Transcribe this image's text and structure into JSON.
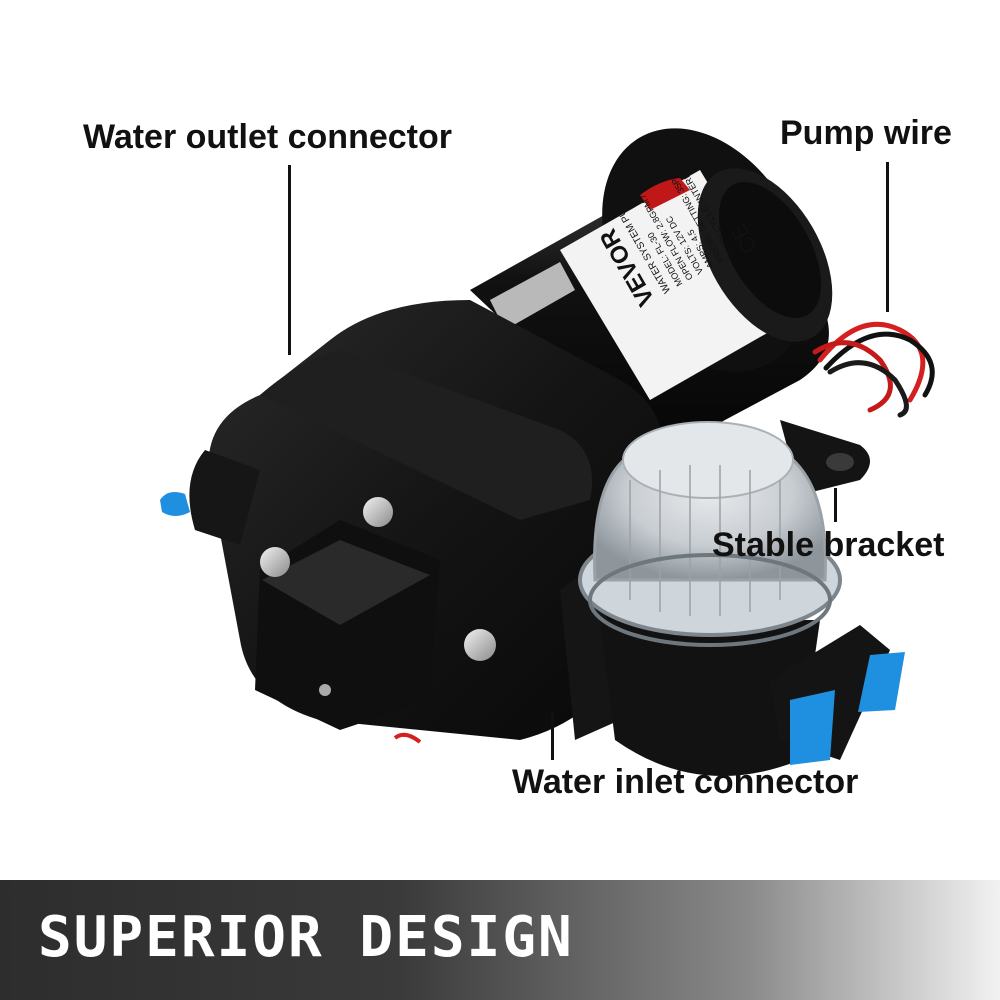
{
  "callouts": {
    "outlet": "Water outlet connector",
    "pump_wire": "Pump wire",
    "bracket": "Stable bracket",
    "inlet": "Water inlet connector"
  },
  "product_label": {
    "brand": "VEVOR",
    "product": "WATER SYSTEM PUMP",
    "model": "MODEL: FL-30",
    "flow": "OPEN FLOW: 2.8GPM / 10LPM",
    "volts": "VOLTS: 12V DC",
    "amps": "AMPS: 4.5",
    "pressure": "PRESS. SETTING: 35PSI",
    "duty": "DUTY CYCLE: INTERMITTENT",
    "certification": "CE"
  },
  "banner": {
    "title": "SUPERIOR DESIGN"
  },
  "colors": {
    "accent_blue": "#1f8fe0",
    "body_black": "#151515",
    "wire_red": "#d42020"
  }
}
